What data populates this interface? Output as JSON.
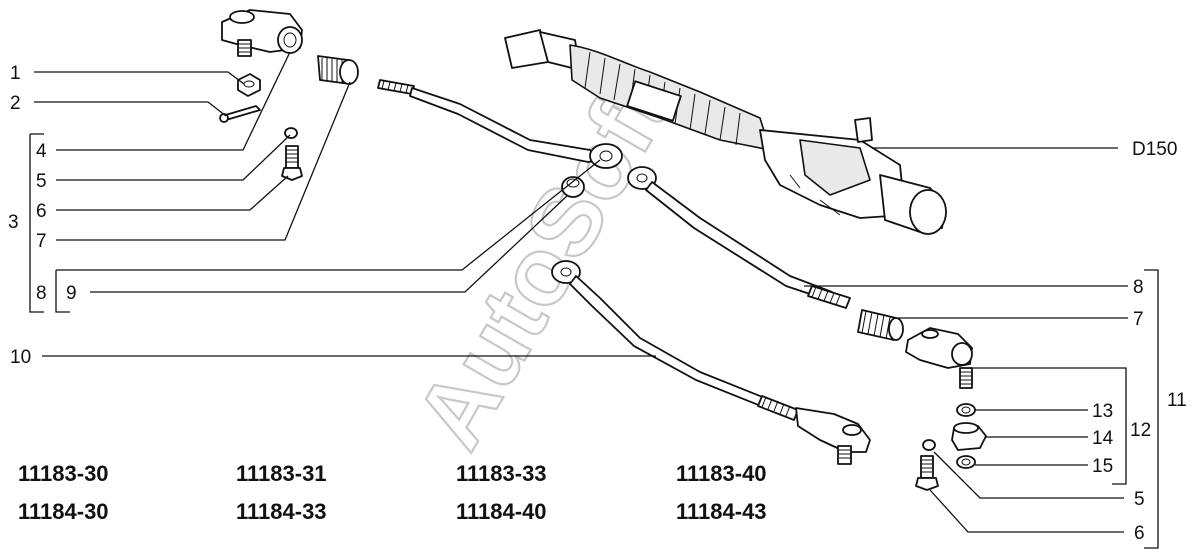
{
  "watermark": "AutoSoft",
  "callouts": {
    "left": [
      "1",
      "2",
      "3",
      "4",
      "5",
      "6",
      "7",
      "8",
      "9",
      "10"
    ],
    "right": [
      "D150",
      "8",
      "7",
      "11",
      "12",
      "13",
      "14",
      "15",
      "5",
      "6"
    ]
  },
  "part_codes": [
    [
      "11183-30",
      "11183-31",
      "11183-33",
      "11183-40"
    ],
    [
      "11184-30",
      "11184-33",
      "11184-40",
      "11184-43"
    ]
  ]
}
